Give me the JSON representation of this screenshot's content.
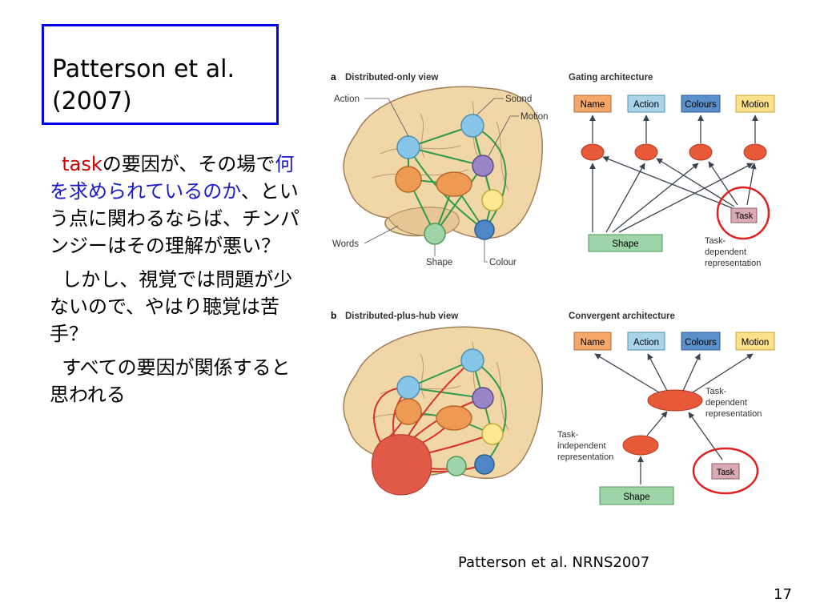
{
  "title": {
    "line1": "Patterson et al.",
    "line2": "(2007)"
  },
  "body": {
    "p1": {
      "seg1": "task",
      "seg2": "の要因が、その場で",
      "seg3": "何を求められているのか",
      "seg4": "、という点に関わるならば、チンパンジーはその理解が悪い？"
    },
    "p2": "しかし、視覚では問題が少ないので、やはり聴覚は苦手？",
    "p3": "すべての要因が関係すると思われる"
  },
  "figure": {
    "panel_a": {
      "label": "a",
      "title": "Distributed-only view",
      "regions": {
        "action": "Action",
        "sound": "Sound",
        "motion": "Motion",
        "words": "Words",
        "shape": "Shape",
        "colour": "Colour"
      }
    },
    "gating": {
      "title": "Gating architecture",
      "outputs": [
        "Name",
        "Action",
        "Colours",
        "Motion"
      ],
      "input": "Shape",
      "task": "Task",
      "task_label_1": "Task-",
      "task_label_2": "dependent",
      "task_label_3": "representation"
    },
    "panel_b": {
      "label": "b",
      "title": "Distributed-plus-hub view"
    },
    "convergent": {
      "title": "Convergent architecture",
      "outputs": [
        "Name",
        "Action",
        "Colours",
        "Motion"
      ],
      "hub_label_1": "Task-",
      "hub_label_2": "dependent",
      "hub_label_3": "representation",
      "indep_label_1": "Task-",
      "indep_label_2": "independent",
      "indep_label_3": "representation",
      "input": "Shape",
      "task": "Task"
    },
    "colors": {
      "name_box": "#f5a86a",
      "action_box": "#a9d4ea",
      "colours_box": "#5b8fc9",
      "motion_box": "#fde08a",
      "shape_box": "#9fd4a8",
      "task_box": "#d9a9b4",
      "node_red": "#e8593a",
      "brain": "#f1d7a8",
      "highlight_circle": "#e02020"
    }
  },
  "caption": "Patterson et al. NRNS2007",
  "page_number": "17"
}
